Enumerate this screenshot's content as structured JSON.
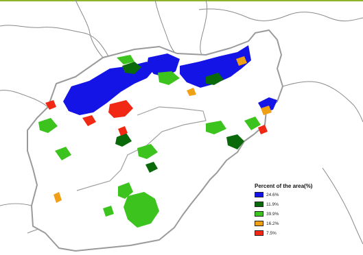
{
  "legend": {
    "title": "Percent of the area(%)",
    "items": [
      {
        "label": "24.6%",
        "color": "#1414e6"
      },
      {
        "label": "11.9%",
        "color": "#0a6a0a"
      },
      {
        "label": "39.9%",
        "color": "#3cc31e"
      },
      {
        "label": "16.2%",
        "color": "#f0a014"
      },
      {
        "label": "7.5%",
        "color": "#f02814"
      }
    ]
  },
  "colors": {
    "accent_rule": "#8db32a",
    "country_border": "#9a9a9a",
    "neighbor_border": "#8a8a8a"
  }
}
